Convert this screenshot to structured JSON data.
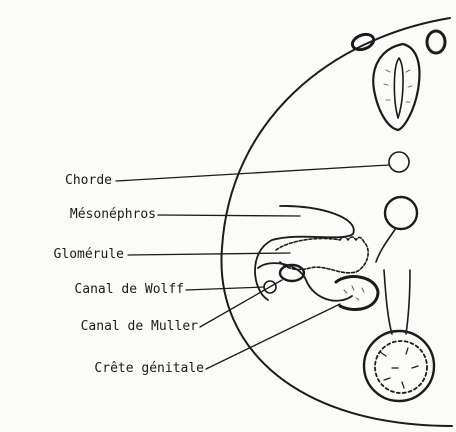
{
  "figure": {
    "labels": [
      {
        "id": "chorde",
        "text": "Chorde"
      },
      {
        "id": "mesonephros",
        "text": "Mésonéphros"
      },
      {
        "id": "glomerule",
        "text": "Glomérule"
      },
      {
        "id": "canal-wolff",
        "text": "Canal de Wolff"
      },
      {
        "id": "canal-muller",
        "text": "Canal de Muller"
      },
      {
        "id": "crete-genitale",
        "text": "Crête génitale"
      }
    ],
    "colors": {
      "ink": "#1b1b1b",
      "paper": "#fbfbf9"
    }
  }
}
